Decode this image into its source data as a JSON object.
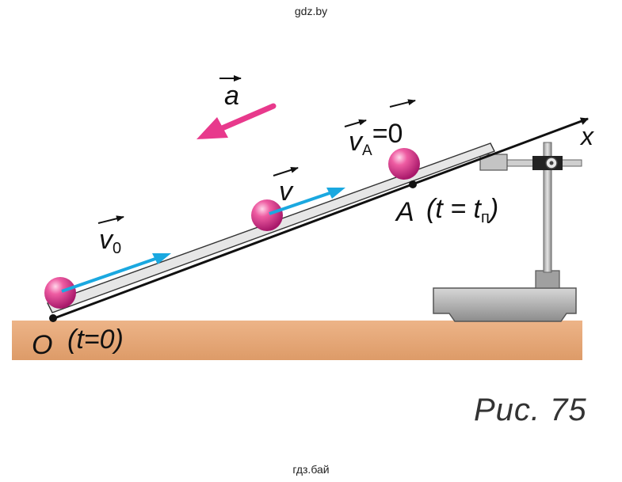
{
  "watermark_top": "gdz.by",
  "watermark_bottom": "гдз.бай",
  "caption": "Рис. 75",
  "labels": {
    "acceleration": "a",
    "v0_main": "v",
    "v0_sub": "0",
    "v": "v",
    "vA_main": "v",
    "vA_sub": "A",
    "vA_eq": "=0",
    "axis_x": "x",
    "point_O": "O",
    "point_O_time": "(t=0)",
    "point_A": "A",
    "point_A_time_prefix": "(t = t",
    "point_A_time_sub": "п",
    "point_A_time_suffix": ")"
  },
  "colors": {
    "ground": "#e3a574",
    "ball": "#e0408f",
    "velocity_arrow": "#1aa8e0",
    "acceleration_arrow": "#e8398c",
    "stand": "#9a9a9a"
  }
}
